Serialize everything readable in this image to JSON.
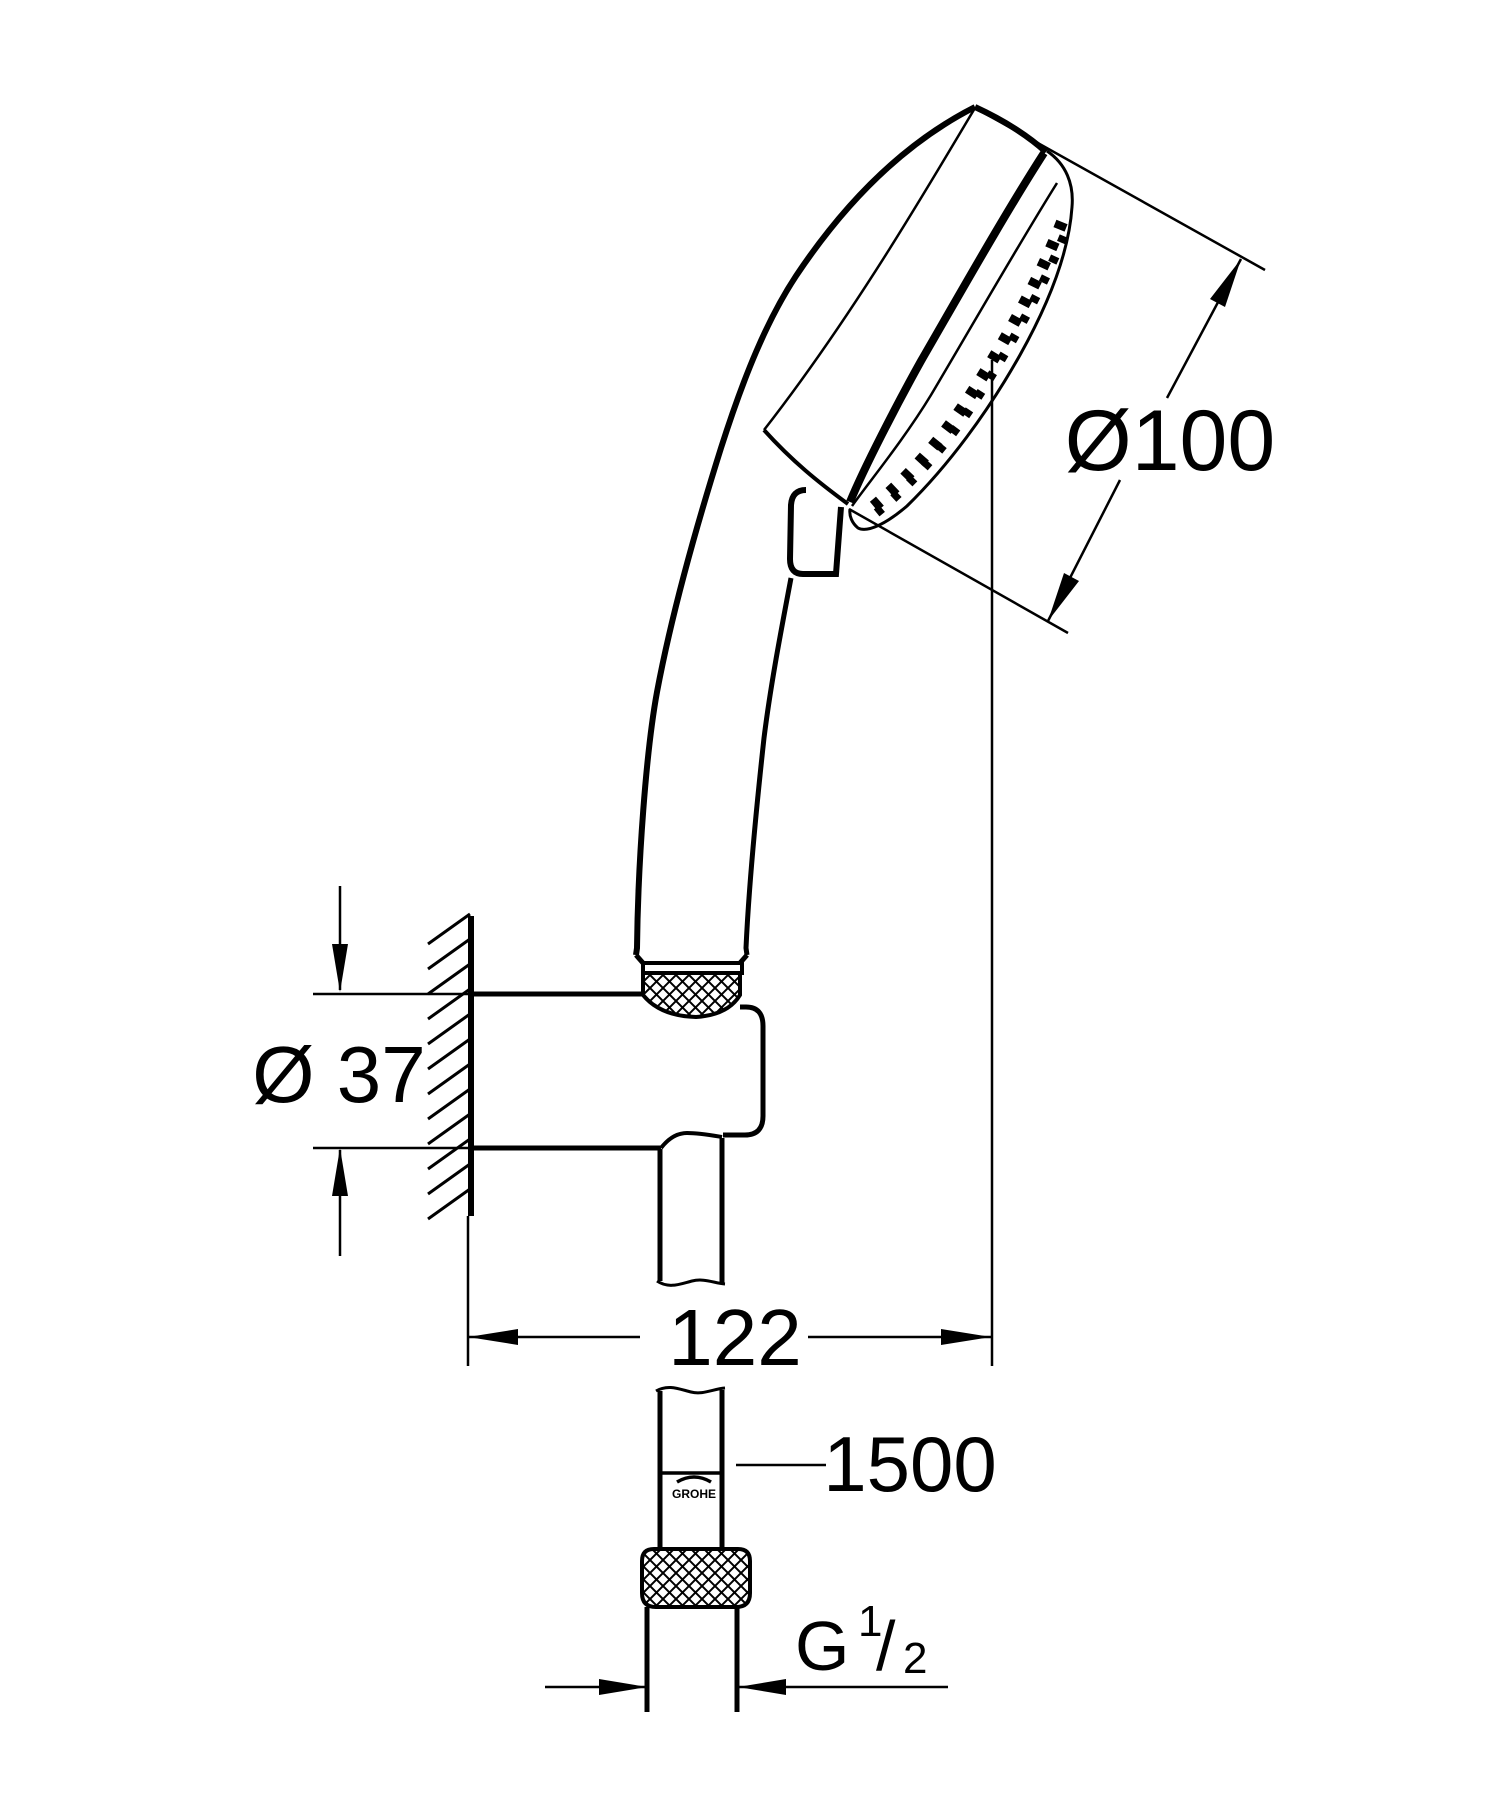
{
  "diagram": {
    "type": "technical-dimension-drawing",
    "labels": {
      "head_diameter": "Ø100",
      "holder_diameter": "Ø 37",
      "bracket_offset": "122",
      "hose_length": "1500",
      "thread_letter": "G",
      "thread_numerator": "1",
      "thread_slash": "/",
      "thread_denominator": "2"
    },
    "logo_text": "GROHE",
    "colors": {
      "line_color": "#000000",
      "background_color": "#ffffff"
    }
  }
}
